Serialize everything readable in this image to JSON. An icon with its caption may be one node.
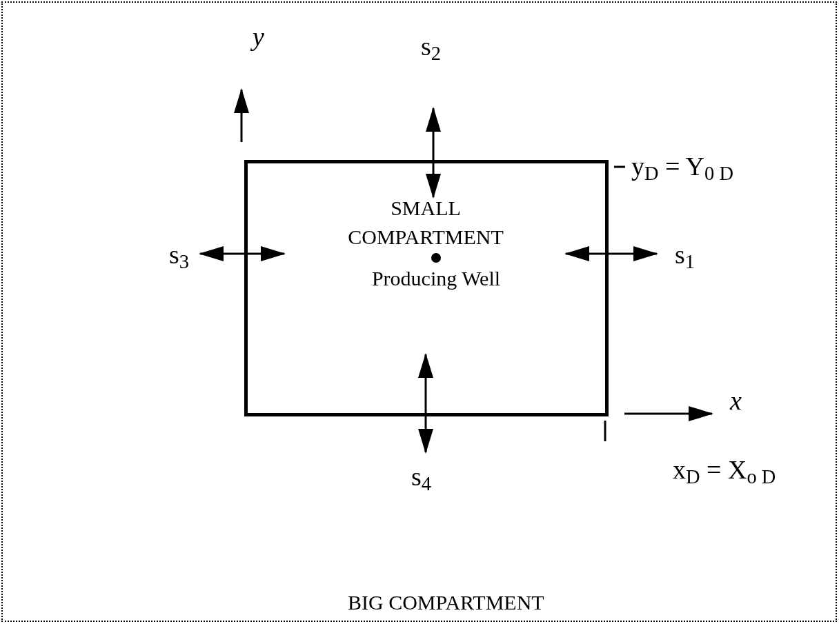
{
  "diagram": {
    "nodes": [
      {
        "text": [
          "BIG COMPARTMENT"
        ]
      },
      {
        "text": [
          "SMALL COMPARTMENT",
          "Producing Well"
        ],
        "in": 0
      }
    ],
    "labels": [
      "y",
      "s$_{2}$",
      "y$_{D}$ = Y$_{0 D}$",
      "s$_{3}$",
      "s$_{1}$",
      "x",
      "s$_{4}$",
      "x$_{D}$ = X$_{o D}$"
    ]
  }
}
